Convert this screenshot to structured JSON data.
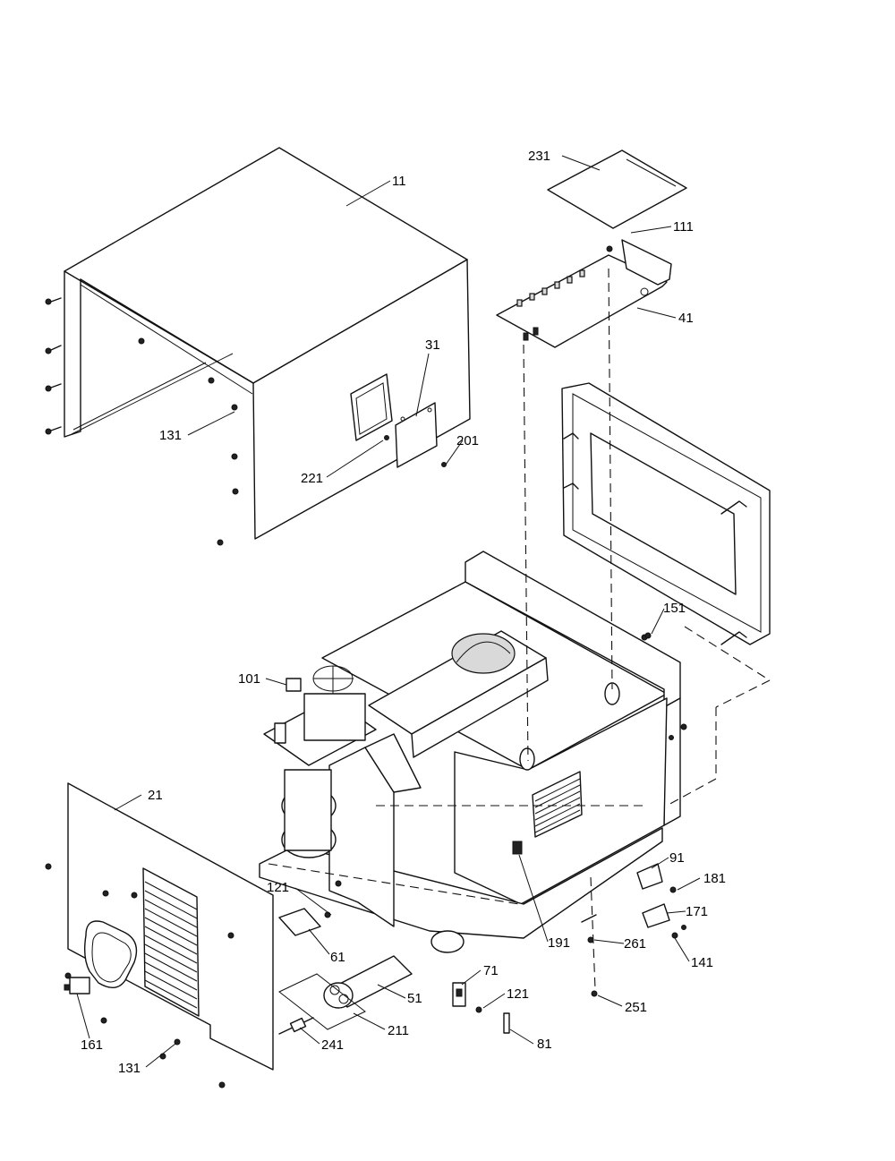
{
  "labels": {
    "l11": "11",
    "l231": "231",
    "l111": "111",
    "l41": "41",
    "l31": "31",
    "l131a": "131",
    "l221": "221",
    "l201": "201",
    "l151": "151",
    "l101": "101",
    "l21": "21",
    "l91": "91",
    "l181": "181",
    "l171": "171",
    "l121a": "121",
    "l61": "61",
    "l261": "261",
    "l141": "141",
    "l191": "191",
    "l71": "71",
    "l51": "51",
    "l121b": "121",
    "l251": "251",
    "l211": "211",
    "l241": "241",
    "l81": "81",
    "l161": "161",
    "l131b": "131"
  }
}
